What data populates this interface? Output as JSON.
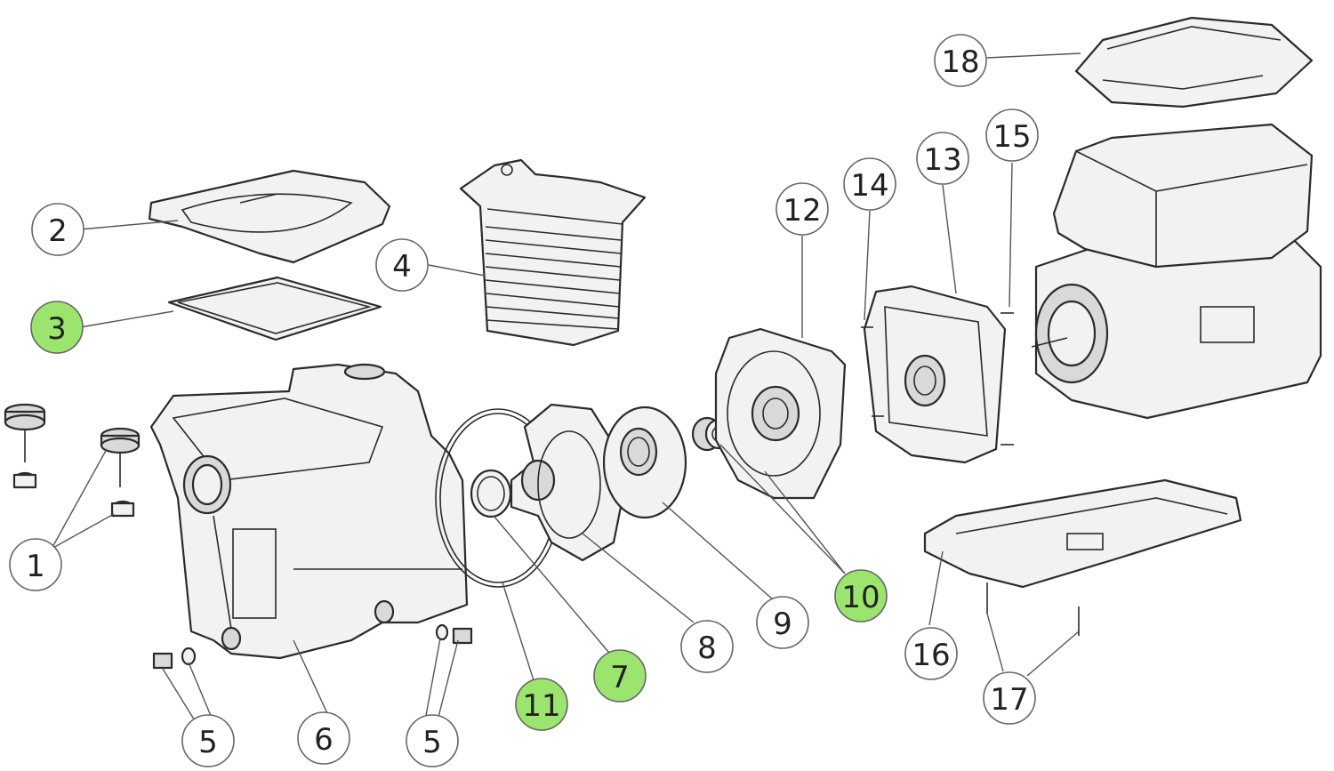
{
  "diagram": {
    "type": "exploded-parts-view",
    "highlight_color": "#9be56e",
    "callout_fill": "#ffffff",
    "line_color": "#2b2b2b",
    "callouts": [
      {
        "id": "1",
        "label": "1",
        "highlighted": false
      },
      {
        "id": "2",
        "label": "2",
        "highlighted": false
      },
      {
        "id": "3",
        "label": "3",
        "highlighted": true
      },
      {
        "id": "4",
        "label": "4",
        "highlighted": false
      },
      {
        "id": "5a",
        "label": "5",
        "highlighted": false
      },
      {
        "id": "5b",
        "label": "5",
        "highlighted": false
      },
      {
        "id": "6",
        "label": "6",
        "highlighted": false
      },
      {
        "id": "7",
        "label": "7",
        "highlighted": true
      },
      {
        "id": "8",
        "label": "8",
        "highlighted": false
      },
      {
        "id": "9",
        "label": "9",
        "highlighted": false
      },
      {
        "id": "10",
        "label": "10",
        "highlighted": true
      },
      {
        "id": "11",
        "label": "11",
        "highlighted": true
      },
      {
        "id": "12",
        "label": "12",
        "highlighted": false
      },
      {
        "id": "13",
        "label": "13",
        "highlighted": false
      },
      {
        "id": "14",
        "label": "14",
        "highlighted": false
      },
      {
        "id": "15",
        "label": "15",
        "highlighted": false
      },
      {
        "id": "16",
        "label": "16",
        "highlighted": false
      },
      {
        "id": "17",
        "label": "17",
        "highlighted": false
      },
      {
        "id": "18",
        "label": "18",
        "highlighted": false
      }
    ]
  }
}
